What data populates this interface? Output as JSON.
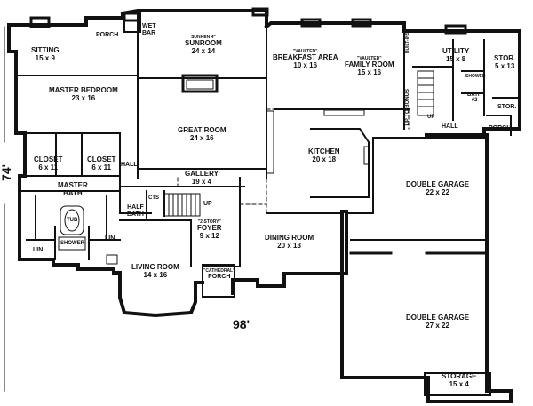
{
  "dimensions": {
    "overall_width": "98'",
    "overall_depth": "74'"
  },
  "rooms": {
    "sitting": {
      "name": "SITTING",
      "size": "15 x 9"
    },
    "porch_top": {
      "name": "PORCH"
    },
    "wet_bar": {
      "name": "WET BAR"
    },
    "sunroom": {
      "note": "SUNKEN 4\"",
      "name": "SUNROOM",
      "size": "24 x 14"
    },
    "breakfast": {
      "note": "\"VAULTED\"",
      "name": "BREAKFAST AREA",
      "size": "10 x 16"
    },
    "family": {
      "note": "\"VAULTED\"",
      "name": "FAMILY ROOM",
      "size": "15 x 16"
    },
    "built_ins": {
      "name": "BUILT-INS"
    },
    "utility": {
      "name": "UTILITY",
      "size": "15 x 8"
    },
    "stor_top": {
      "name": "STOR.",
      "size": "5 x 13"
    },
    "shower_right": {
      "name": "SHOWER"
    },
    "bath2": {
      "name": "BATH",
      "size": "#2"
    },
    "stor_small": {
      "name": "STOR."
    },
    "up_to_bonus": {
      "name": "UP TO BONUS"
    },
    "up_right": {
      "name": "UP"
    },
    "hall_right": {
      "name": "HALL"
    },
    "porch_right": {
      "name": "PORCH"
    },
    "master_bedroom": {
      "name": "MASTER BEDROOM",
      "size": "23 x 16"
    },
    "great_room": {
      "name": "GREAT ROOM",
      "size": "24 x 16"
    },
    "kitchen": {
      "name": "KITCHEN",
      "size": "20 x 18"
    },
    "closet_left": {
      "name": "CLOSET",
      "size": "6 x 11"
    },
    "closet_right": {
      "name": "CLOSET",
      "size": "6 x 11"
    },
    "hall_left": {
      "name": "HALL"
    },
    "gallery": {
      "name": "GALLERY",
      "size": "19 x 4"
    },
    "master_bath": {
      "name": "MASTER",
      "size": "BATH"
    },
    "tub": {
      "name": "TUB"
    },
    "shower_left": {
      "name": "SHOWER"
    },
    "lin_left": {
      "name": "LIN"
    },
    "lin_right": {
      "name": "LIN"
    },
    "cts": {
      "name": "CTS"
    },
    "half_bath": {
      "name": "HALF",
      "size": "BATH"
    },
    "up_stair": {
      "name": "UP"
    },
    "foyer": {
      "note": "\"2-STORY\"",
      "name": "FOYER",
      "size": "9 x 12"
    },
    "living": {
      "name": "LIVING ROOM",
      "size": "14 x 16"
    },
    "cathedral_porch": {
      "note": "\"CATHEDRAL\"",
      "name": "PORCH"
    },
    "dining": {
      "name": "DINING ROOM",
      "size": "20 x 13"
    },
    "garage_top": {
      "name": "DOUBLE GARAGE",
      "size": "22 x 22"
    },
    "garage_bottom": {
      "name": "DOUBLE GARAGE",
      "size": "27 x 22"
    },
    "storage_bottom": {
      "name": "STORAGE",
      "size": "15 x 4"
    }
  }
}
